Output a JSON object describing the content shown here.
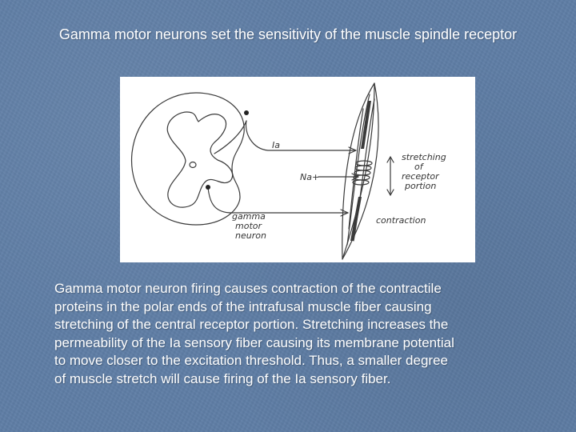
{
  "slide": {
    "title": "Gamma motor neurons set the sensitivity of the muscle spindle receptor",
    "body_lines": [
      "Gamma motor neuron firing causes contraction of the contractile",
      "proteins in the polar ends of the intrafusal muscle fiber causing",
      "stretching of the central receptor portion.  Stretching increases the",
      "permeability of the Ia sensory fiber causing its membrane potential",
      "to move closer to the excitation threshold.  Thus, a smaller degree",
      "of muscle stretch will cause firing of the Ia sensory fiber."
    ]
  },
  "diagram": {
    "labels": {
      "ia": "Ia",
      "na": "Na+",
      "stretching": [
        "stretching",
        "of",
        "receptor",
        "portion"
      ],
      "gamma": [
        "gamma",
        "motor",
        "neuron"
      ],
      "contraction": "contraction"
    }
  },
  "colors": {
    "background": "#5f7ea6",
    "text": "#ffffff",
    "ink": "#333333"
  }
}
